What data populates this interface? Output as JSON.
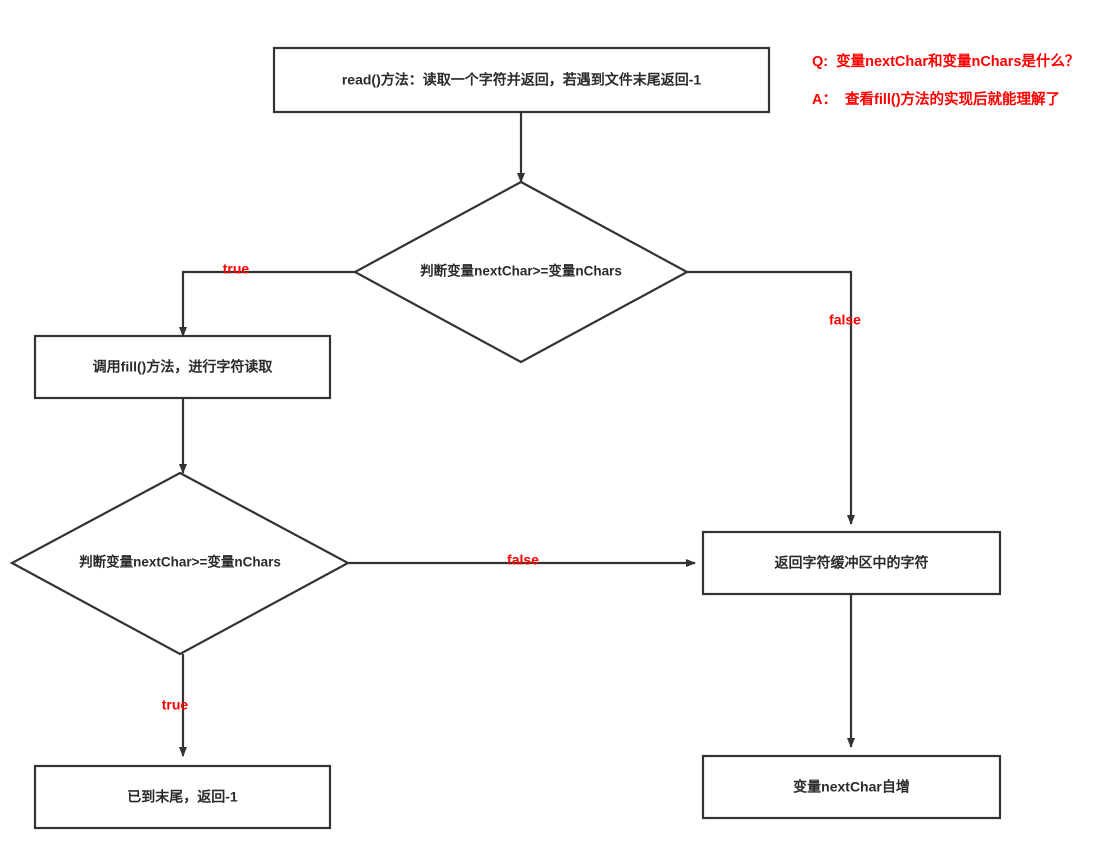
{
  "diagram": {
    "title": "read() method flowchart",
    "colors": {
      "stroke": "#333333",
      "node_text": "#2b2b2b",
      "edge_label": "#ff0000",
      "note": "#ff0000",
      "background": "#ffffff"
    },
    "nodes": [
      {
        "id": "read-method",
        "shape": "rectangle",
        "label": "read()方法：读取一个字符并返回，若遇到文件末尾返回-1"
      },
      {
        "id": "decision-1",
        "shape": "diamond",
        "label": "判断变量nextChar>=变量nChars"
      },
      {
        "id": "call-fill",
        "shape": "rectangle",
        "label": "调用fill()方法，进行字符读取"
      },
      {
        "id": "decision-2",
        "shape": "diamond",
        "label": "判断变量nextChar>=变量nChars"
      },
      {
        "id": "end-of-file",
        "shape": "rectangle",
        "label": "已到末尾，返回-1"
      },
      {
        "id": "return-buffer-char",
        "shape": "rectangle",
        "label": "返回字符缓冲区中的字符"
      },
      {
        "id": "increment-nextchar",
        "shape": "rectangle",
        "label": "变量nextChar自增"
      }
    ],
    "edges": [
      {
        "id": "e1",
        "from": "read-method",
        "to": "decision-1",
        "label": ""
      },
      {
        "id": "e2",
        "from": "decision-1",
        "to": "call-fill",
        "label": "true"
      },
      {
        "id": "e3",
        "from": "decision-1",
        "to": "return-buffer-char",
        "label": "false"
      },
      {
        "id": "e4",
        "from": "call-fill",
        "to": "decision-2",
        "label": ""
      },
      {
        "id": "e5",
        "from": "decision-2",
        "to": "end-of-file",
        "label": "true"
      },
      {
        "id": "e6",
        "from": "decision-2",
        "to": "return-buffer-char",
        "label": "false"
      },
      {
        "id": "e7",
        "from": "return-buffer-char",
        "to": "increment-nextchar",
        "label": ""
      }
    ]
  },
  "note": {
    "question_prefix": "Q:",
    "question_text": "变量nextChar和变量nChars是什么？",
    "answer_prefix": "A：",
    "answer_text": "查看fill()方法的实现后就能理解了"
  }
}
